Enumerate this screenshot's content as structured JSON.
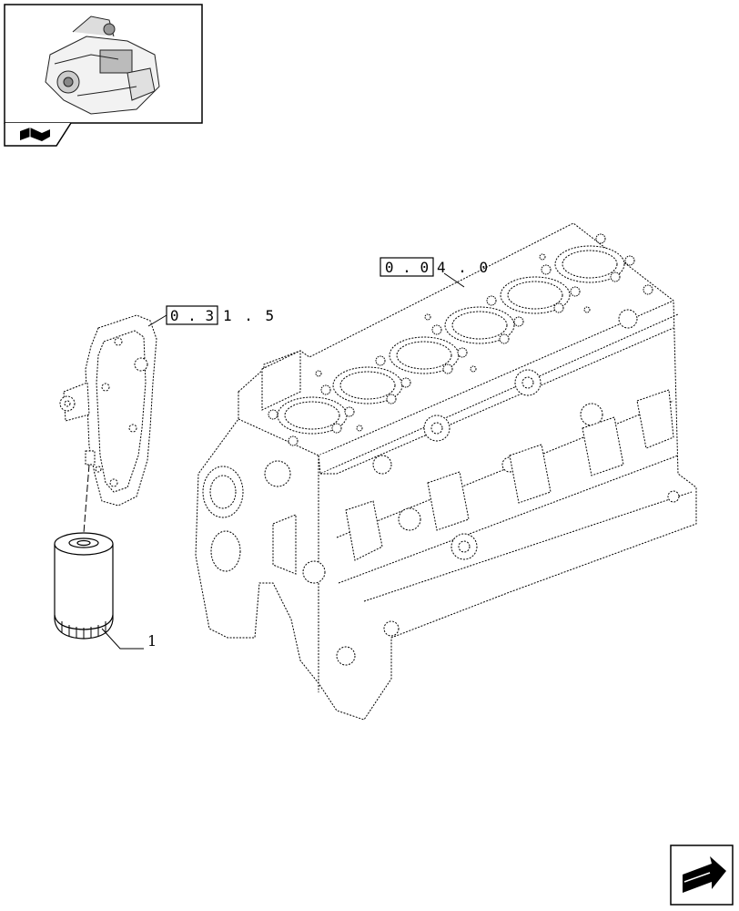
{
  "thumbnail": {
    "icon": "book-open-icon"
  },
  "references": {
    "block_ref": {
      "boxed": "0 . 0",
      "rest": "4 . 0"
    },
    "filter_head_ref": {
      "boxed": "0 . 3",
      "rest": "1 . 5"
    }
  },
  "callouts": [
    {
      "label": "1"
    }
  ],
  "nav": {
    "next_icon": "arrow-next-icon"
  },
  "colors": {
    "line": "#000000",
    "background": "#ffffff"
  }
}
